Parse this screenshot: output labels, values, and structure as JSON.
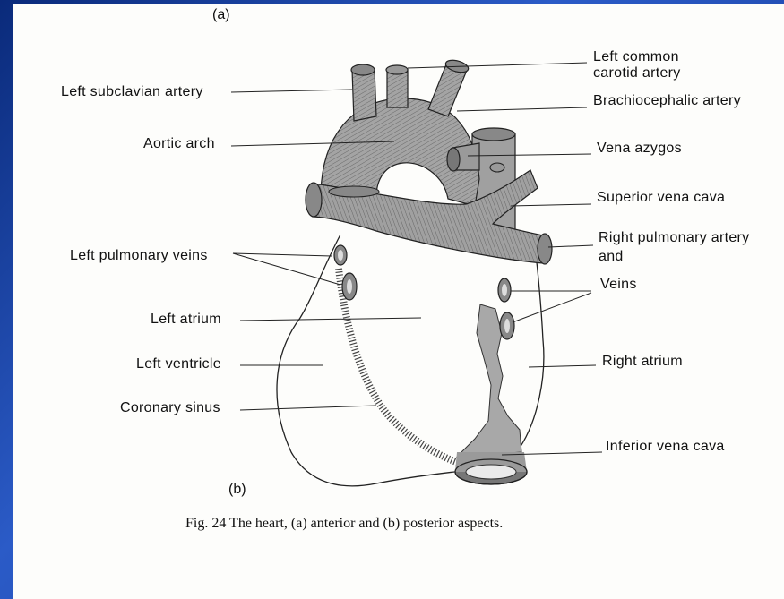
{
  "subfigure_top": "(a)",
  "subfigure_bottom": "(b)",
  "caption": "Fig. 24 The heart, (a) anterior and (b) posterior aspects.",
  "labels_left": {
    "left_subclavian_artery": "Left subclavian artery",
    "aortic_arch": "Aortic arch",
    "left_pulmonary_veins": "Left pulmonary veins",
    "left_atrium": "Left atrium",
    "left_ventricle": "Left ventricle",
    "coronary_sinus": "Coronary sinus"
  },
  "labels_right": {
    "left_common_carotid_line1": "Left common",
    "left_common_carotid_line2": "carotid artery",
    "brachiocephalic_artery": "Brachiocephalic artery",
    "vena_azygos": "Vena azygos",
    "superior_vena_cava": "Superior vena cava",
    "right_pulmonary_artery_line1": "Right pulmonary artery",
    "right_pulmonary_artery_line2": "and",
    "veins": "Veins",
    "right_atrium": "Right atrium",
    "inferior_vena_cava": "Inferior vena cava"
  },
  "colors": {
    "vessel_fill": "#9a9a9a",
    "vessel_dark": "#5a5a5a",
    "line": "#222222",
    "page": "#fdfdfb",
    "frame": "#1a3a8a"
  }
}
